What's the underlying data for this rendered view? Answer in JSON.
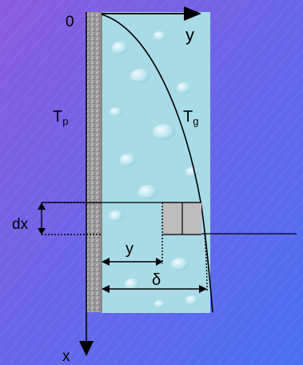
{
  "colors": {
    "background_start": "#7b5fe0",
    "background_end": "#4f6ff0",
    "liquid": "#a9dde8",
    "wall": "#9a9a9a",
    "element": "#bdbdbd"
  },
  "labels": {
    "origin": "0",
    "y_axis": "y",
    "wall_temp_base": "T",
    "wall_temp_sub": "p",
    "gas_temp_base": "T",
    "gas_temp_sub": "g",
    "dx": "dx",
    "y_distance": "y",
    "thickness": "δ",
    "x_axis": "x"
  }
}
